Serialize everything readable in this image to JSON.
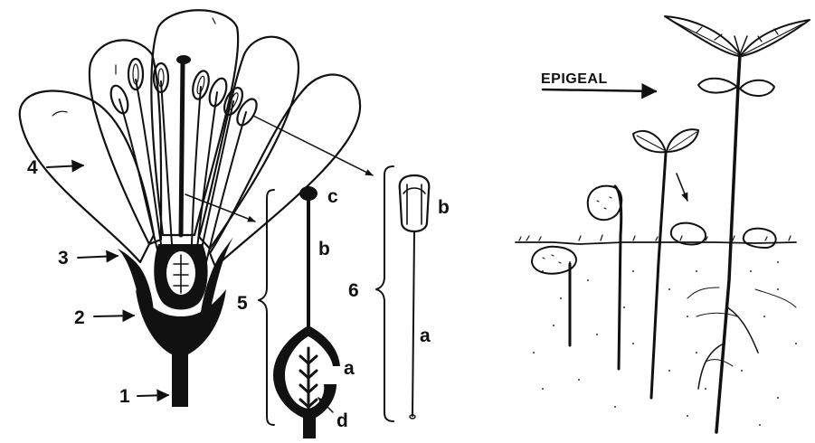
{
  "flower": {
    "labels": {
      "receptacle": "1",
      "sepal_base": "2",
      "sepal": "3",
      "petal": "4",
      "pistil": "5",
      "stamen": "6"
    },
    "pistil_parts": {
      "ovary": "a",
      "style": "b",
      "stigma": "c",
      "ovules": "d"
    },
    "stamen_parts": {
      "filament": "a",
      "anther": "b"
    }
  },
  "germination": {
    "title": "EPIGEAL"
  },
  "colors": {
    "ink": "#111111",
    "background": "#ffffff",
    "petal_fill": "#ffffff",
    "soil_dot": "#333333"
  }
}
